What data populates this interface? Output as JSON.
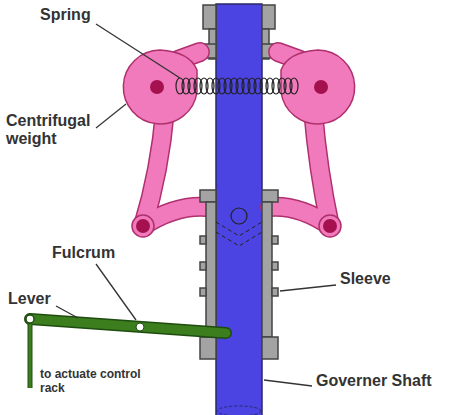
{
  "diagram": {
    "labels": [
      "Spring",
      "Centrifugal weight",
      "Fulcrum",
      "Lever",
      "to actuate control rack",
      "Sleeve",
      "Governer Shaft"
    ]
  }
}
